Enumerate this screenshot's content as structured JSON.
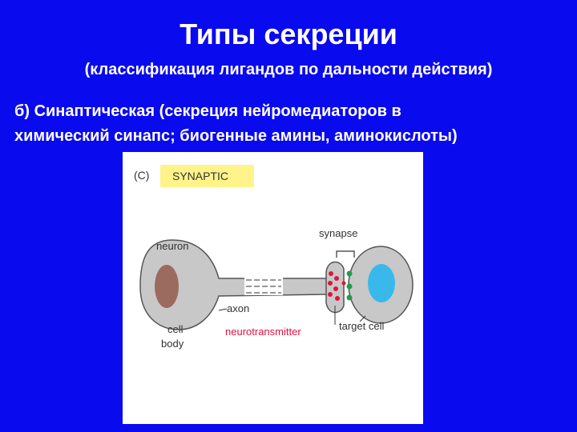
{
  "slide": {
    "title": "Типы секреции",
    "subtitle": "(классификация лигандов по дальности действия)",
    "body_line1": "б) Синаптическая (секреция нейромедиаторов в",
    "body_line2": "химический синапс; биогенные амины, аминокислоты)"
  },
  "diagram": {
    "panel_label": "(C)",
    "header_label": "SYNAPTIC",
    "labels": {
      "neuron": "neuron",
      "synapse": "synapse",
      "axon": "axon",
      "cell": "cell",
      "body": "body",
      "neurotransmitter": "neurotransmitter",
      "target_cell": "target cell"
    },
    "colors": {
      "background": "#0a0aee",
      "header_fill": "#fff38a",
      "cell_fill": "#c8c8c8",
      "nucleus_neuron": "#9c6b5f",
      "nucleus_target": "#39b8ec",
      "neurotransmitter": "#e0143c",
      "receptor": "#1aa04a"
    }
  }
}
